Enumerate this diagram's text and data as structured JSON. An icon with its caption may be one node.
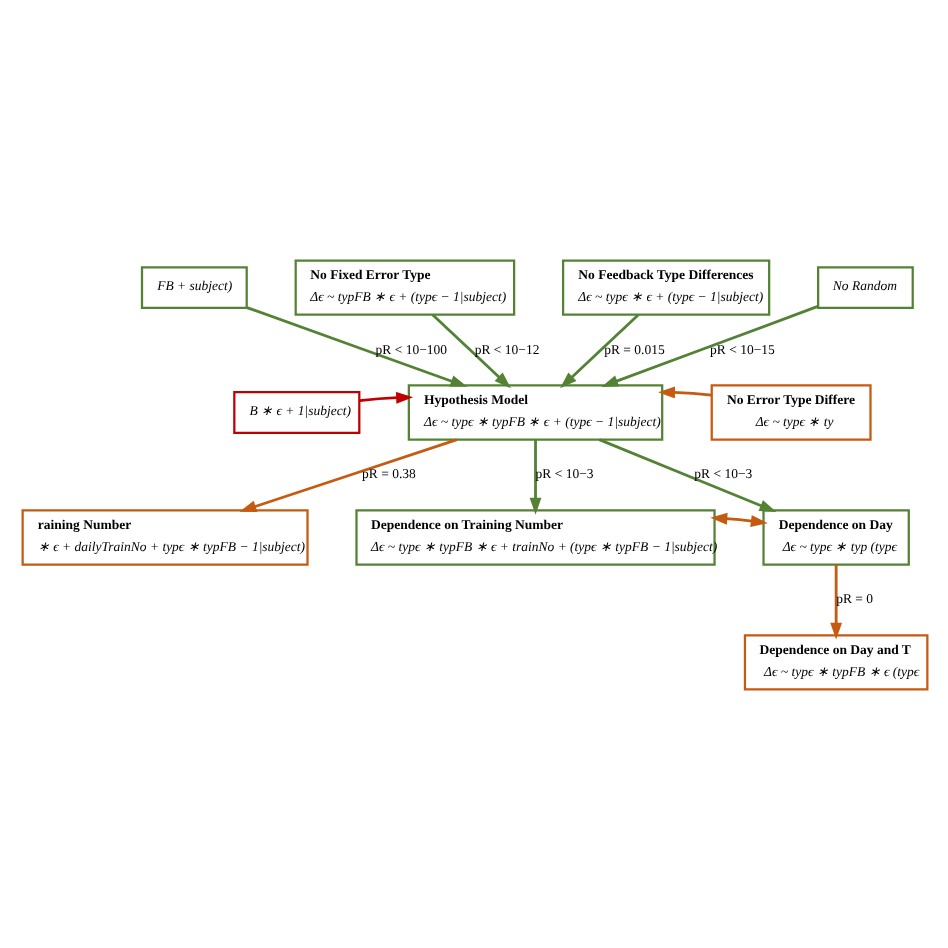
{
  "diagram": {
    "nodes": [
      {
        "text": [
          "FB + subject)"
        ]
      },
      {
        "text": [
          "No Fixed Error Type",
          "Δϵ ~ typFB ∗ ϵ + (typϵ − 1|subject)"
        ]
      },
      {
        "text": [
          "No Feedback Type Differences",
          "Δϵ ~ typϵ ∗ ϵ + (typϵ − 1|subject)"
        ]
      },
      {
        "text": [
          "No Random"
        ]
      },
      {
        "text": [
          "B ∗ ϵ + 1|subject)"
        ]
      },
      {
        "text": [
          "Hypothesis Model",
          "Δϵ ~ typϵ ∗ typFB ∗ ϵ + (typϵ − 1|subject)"
        ]
      },
      {
        "text": [
          "No Error Type Differe",
          "Δϵ ~ typϵ ∗ ty"
        ]
      },
      {
        "text": [
          "raining Number",
          "∗ ϵ + dailyTrainNo + typϵ ∗ typFB − 1|subject)"
        ]
      },
      {
        "text": [
          "Dependence on Training Number",
          "Δϵ ~ typϵ ∗ typFB ∗ ϵ + trainNo + (typϵ ∗ typFB − 1|subject)"
        ]
      },
      {
        "text": [
          "Dependence on Day",
          "Δϵ ~ typϵ ∗ typ (typϵ"
        ]
      },
      {
        "text": [
          "Dependence on Day and T",
          "Δϵ ~ typϵ ∗ typFB ∗ ϵ (typϵ"
        ]
      }
    ],
    "edges": [
      {
        "from": 0,
        "to": 5,
        "arrow": "to",
        "label": "pR < 10−100"
      },
      {
        "from": 1,
        "to": 5,
        "arrow": "to",
        "label": "pR < 10−12"
      },
      {
        "from": 2,
        "to": 5,
        "arrow": "to",
        "label": "pR = 0.015"
      },
      {
        "from": 3,
        "to": 5,
        "arrow": "to",
        "label": "pR < 10−15"
      },
      {
        "from": 4,
        "to": 5,
        "arrow": "to",
        "color": "#c00000"
      },
      {
        "from": 6,
        "to": 5,
        "arrow": "to",
        "color": "#c55a11"
      },
      {
        "from": 5,
        "to": 7,
        "arrow": "to",
        "label": "pR = 0.38",
        "color": "#c55a11"
      },
      {
        "from": 5,
        "to": 8,
        "arrow": "to",
        "label": "pR < 10−3"
      },
      {
        "from": 5,
        "to": 9,
        "arrow": "to",
        "label": "pR < 10−3"
      },
      {
        "from": 8,
        "to": 9,
        "arrow": "both",
        "color": "#c55a11"
      },
      {
        "from": 9,
        "to": 10,
        "arrow": "to",
        "label": "pR = 0",
        "color": "#c55a11"
      }
    ]
  }
}
